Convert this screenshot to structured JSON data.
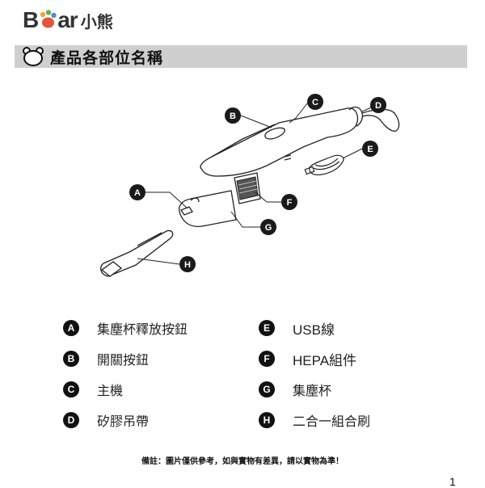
{
  "brand": {
    "logo_b": "B",
    "logo_ar": "ar",
    "logo_cn": "小熊",
    "paw_colors": [
      "#e8a93a",
      "#63b04c",
      "#4a90c8",
      "#e5543a"
    ]
  },
  "header": {
    "title": "產品各部位名稱",
    "icon": "bear-face-icon",
    "bar_color": "#cfcfcf"
  },
  "diagram": {
    "callouts": [
      "A",
      "B",
      "C",
      "D",
      "E",
      "F",
      "G",
      "H"
    ]
  },
  "legend": {
    "items": [
      {
        "key": "A",
        "label": "集塵杯釋放按鈕"
      },
      {
        "key": "B",
        "label": "開關按鈕"
      },
      {
        "key": "C",
        "label": "主機"
      },
      {
        "key": "D",
        "label": "矽膠吊帶"
      },
      {
        "key": "E",
        "label": "USB線"
      },
      {
        "key": "F",
        "label": "HEPA組件"
      },
      {
        "key": "G",
        "label": "集塵杯"
      },
      {
        "key": "H",
        "label": "二合一組合刷"
      }
    ]
  },
  "footer": {
    "note": "備註：圖片僅供參考，如與實物有差異，請以實物為準！",
    "page_number": "1"
  }
}
